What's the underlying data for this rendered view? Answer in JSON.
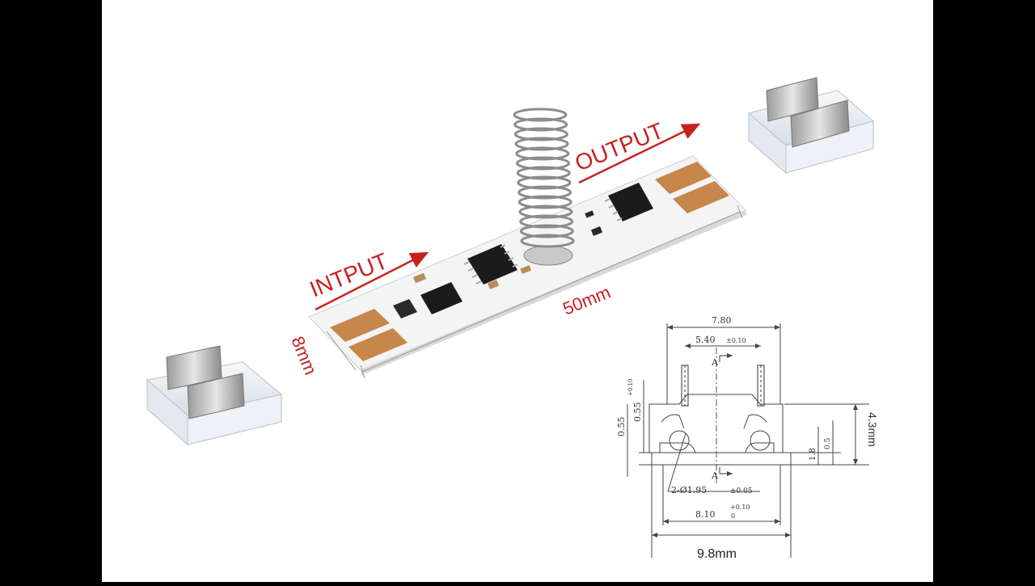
{
  "labels": {
    "input": "INTPUT",
    "output": "OUTPUT",
    "length": "50mm",
    "width": "8mm"
  },
  "drawing": {
    "top_width": "7.80",
    "pin_spacing": "5.40",
    "pin_spacing_tol": "±0.10",
    "section_top": "A",
    "section_bottom": "A",
    "left_dim_1": "0.55",
    "left_dim_2": "0.55",
    "left_dim_small": "+0.10",
    "right_small": "1.8",
    "right_small_2": "0.5",
    "height": "4.3mm",
    "hole": "2-Ø1.95",
    "hole_tol": "±0.05",
    "inner_width": "8.10",
    "inner_tol_top": "+0.10",
    "inner_tol_bot": "0",
    "outer_width": "9.8mm"
  },
  "colors": {
    "label_red": "#c8201f",
    "pad_copper": "#c7864a",
    "board_white": "#f4f4f4",
    "chip_black": "#1b1b1b"
  }
}
